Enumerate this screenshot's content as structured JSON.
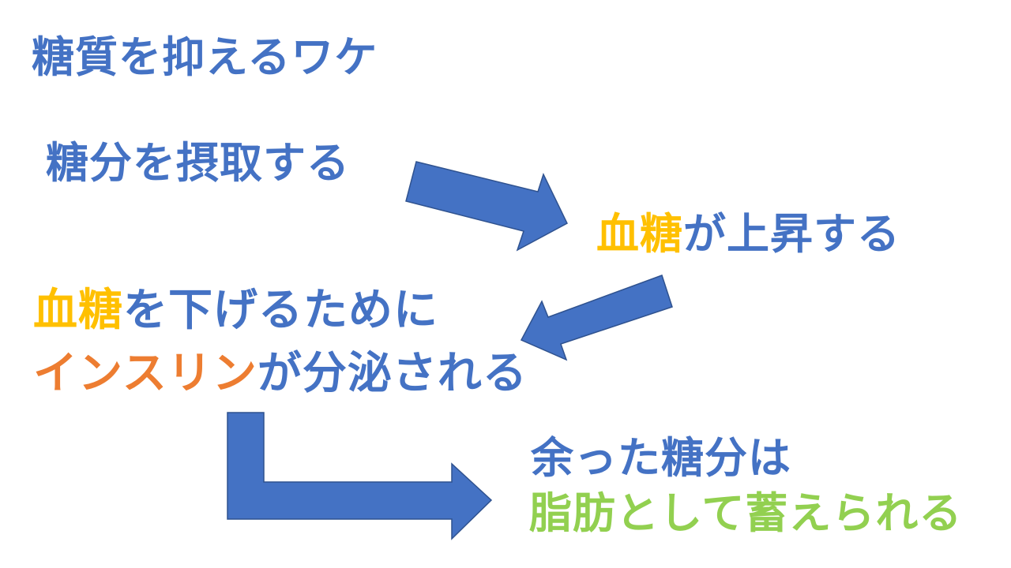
{
  "colors": {
    "blue": "#4472C4",
    "gold": "#FFC000",
    "orange": "#ED7D31",
    "green": "#92D050"
  },
  "title": "糖質を抑えるワケ",
  "step1": {
    "text": "糖分を摂取する"
  },
  "step2": {
    "highlight": "血糖",
    "rest": "が上昇する"
  },
  "step3": {
    "line1_highlight": "血糖",
    "line1_rest": "を下げるために",
    "line2_highlight": "インスリン",
    "line2_rest": "が分泌される"
  },
  "step4": {
    "line1": "余った糖分は",
    "line2": "脂肪として蓄えられる"
  },
  "arrows": [
    "arrow-right-down",
    "arrow-left-down",
    "arrow-bent-right"
  ]
}
